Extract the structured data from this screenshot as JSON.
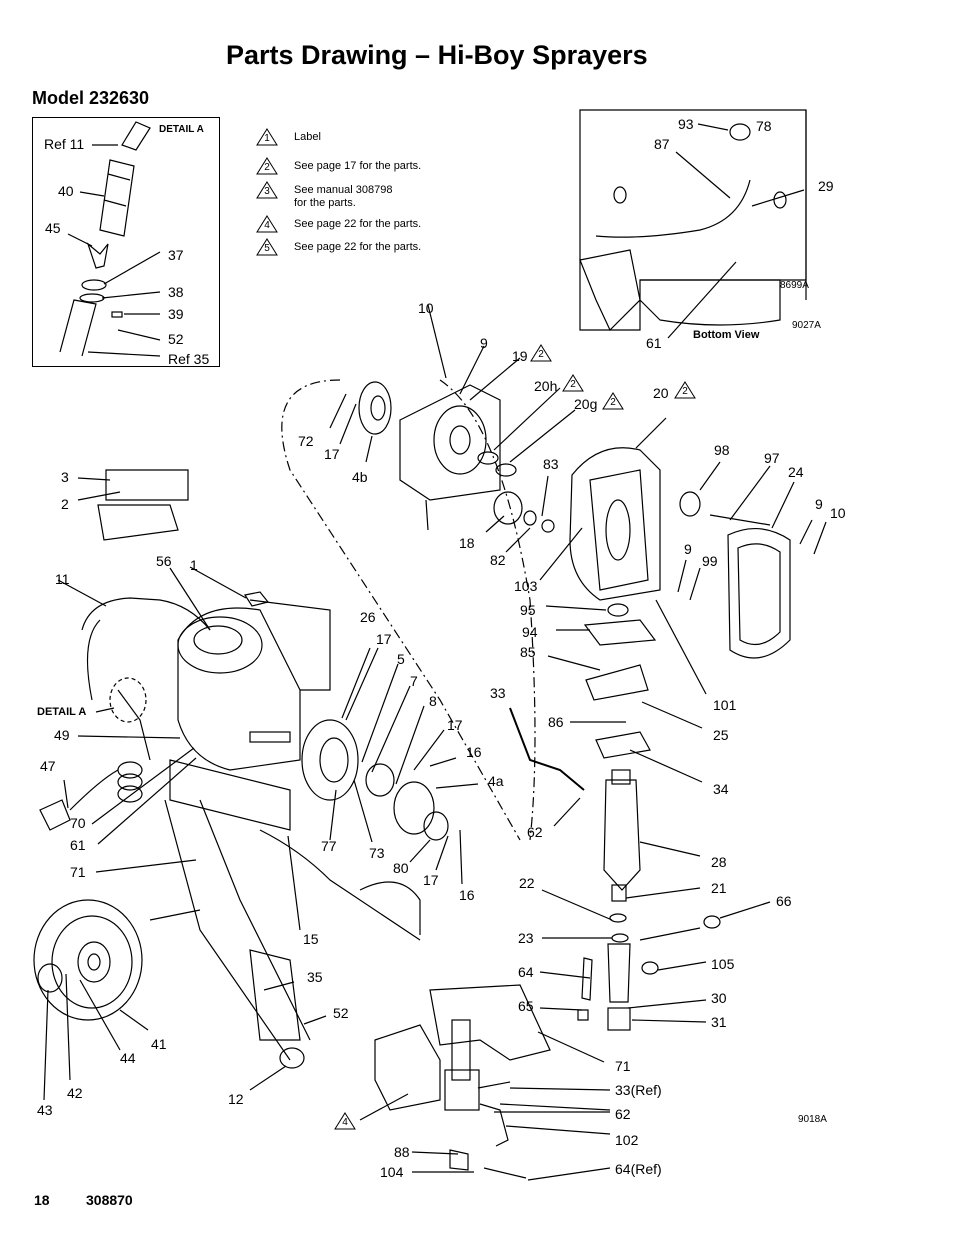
{
  "page": {
    "title": "Parts Drawing – Hi-Boy Sprayers",
    "model": "Model 232630",
    "page_number": "18",
    "doc_number": "308870"
  },
  "detail_a": {
    "label": "DETAIL A",
    "callouts": [
      "Ref 11",
      "40",
      "45",
      "37",
      "38",
      "39",
      "52",
      "Ref 35"
    ]
  },
  "notes": [
    {
      "num": "1",
      "text": "Label"
    },
    {
      "num": "2",
      "text": "See page 17 for the parts."
    },
    {
      "num": "3",
      "text": "See manual 308798 for the parts."
    },
    {
      "num": "4",
      "text": "See page 22 for the parts."
    },
    {
      "num": "5",
      "text": "See page 22 for the parts."
    }
  ],
  "bottom_view": {
    "label": "Bottom View",
    "fig_a": "8699A",
    "fig_b": "9027A",
    "callouts": [
      "93",
      "78",
      "87",
      "29",
      "61"
    ]
  },
  "main_callouts": {
    "c10a": "10",
    "c9a": "9",
    "c19": "19",
    "c20h": "20h",
    "c20g": "20g",
    "c20": "20",
    "c72": "72",
    "c17a": "17",
    "c4b": "4b",
    "c83": "83",
    "c98": "98",
    "c97": "97",
    "c24": "24",
    "c9b": "9",
    "c10b": "10",
    "c18": "18",
    "c82": "82",
    "c103": "103",
    "c9c": "9",
    "c99": "99",
    "c3": "3",
    "c2": "2",
    "c56": "56",
    "c1": "1",
    "c11": "11",
    "c95": "95",
    "c94": "94",
    "c85": "85",
    "c26": "26",
    "c17b": "17",
    "c5": "5",
    "c7": "7",
    "c8": "8",
    "c17c": "17",
    "c16a": "16",
    "c4a": "4a",
    "c33": "33",
    "c101": "101",
    "c86": "86",
    "c25": "25",
    "c34": "34",
    "c49": "49",
    "c47": "47",
    "c70": "70",
    "c61": "61",
    "c71a": "71",
    "c77": "77",
    "c73": "73",
    "c80": "80",
    "c17d": "17",
    "c16b": "16",
    "c62a": "62",
    "c28": "28",
    "c22": "22",
    "c21": "21",
    "c66": "66",
    "c15": "15",
    "c23": "23",
    "c64": "64",
    "c105": "105",
    "c35": "35",
    "c30": "30",
    "c65": "65",
    "c31": "31",
    "c52": "52",
    "c41": "41",
    "c44": "44",
    "c71b": "71",
    "c42": "42",
    "c43": "43",
    "c12": "12",
    "c33ref": "33(Ref)",
    "c62b": "62",
    "c102": "102",
    "c88": "88",
    "c104": "104",
    "c64ref": "64(Ref)",
    "detail_a_ref": "DETAIL A",
    "fig": "9018A"
  },
  "flags": {
    "f19": "2",
    "f20h": "2",
    "f20g": "2",
    "f20": "2",
    "f4": "4"
  }
}
